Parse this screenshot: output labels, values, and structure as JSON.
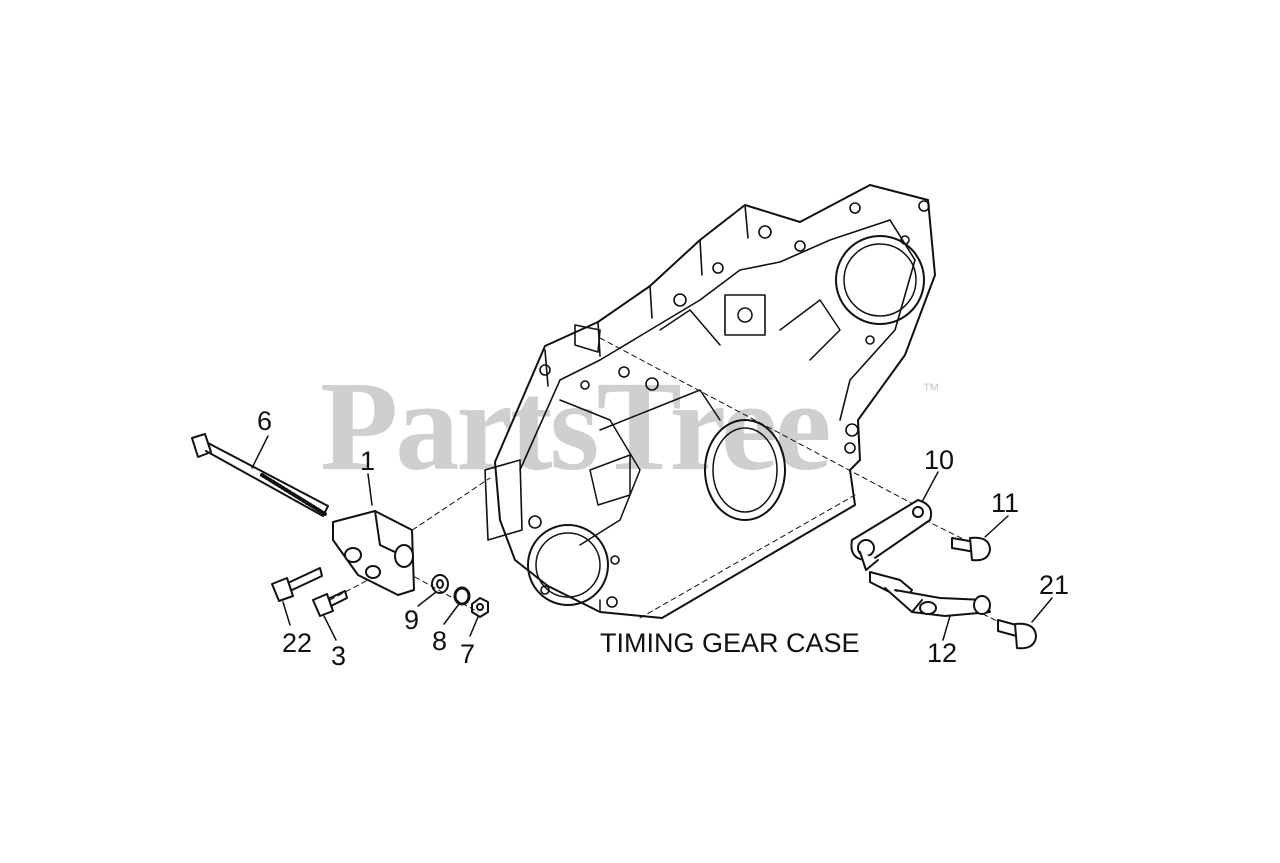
{
  "watermark": {
    "text": "PartsTree",
    "trademark": "™"
  },
  "case_label": "TIMING GEAR CASE",
  "callouts": [
    {
      "id": "6",
      "label": "6"
    },
    {
      "id": "1",
      "label": "1"
    },
    {
      "id": "22",
      "label": "22"
    },
    {
      "id": "3",
      "label": "3"
    },
    {
      "id": "9",
      "label": "9"
    },
    {
      "id": "8",
      "label": "8"
    },
    {
      "id": "7",
      "label": "7"
    },
    {
      "id": "10",
      "label": "10"
    },
    {
      "id": "11",
      "label": "11"
    },
    {
      "id": "21",
      "label": "21"
    },
    {
      "id": "12",
      "label": "12"
    }
  ]
}
